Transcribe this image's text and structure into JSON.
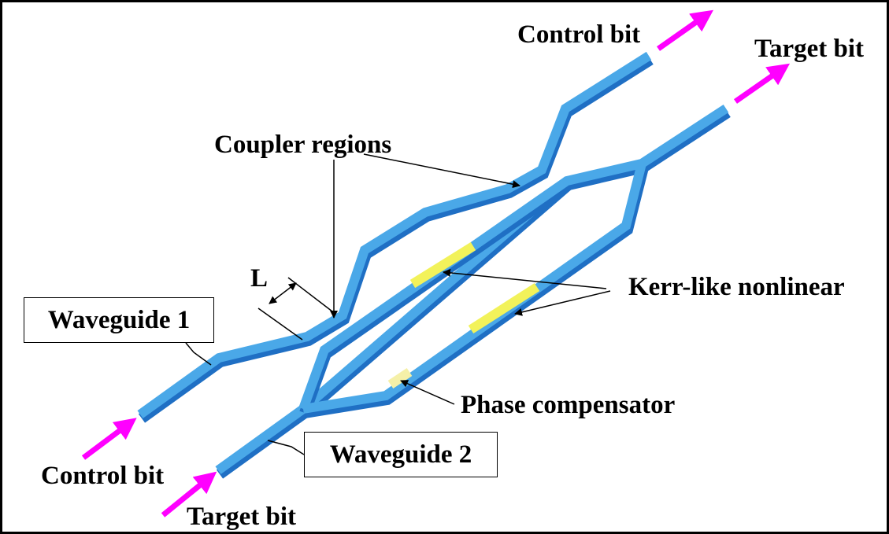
{
  "labels": {
    "control_bit_out": "Control bit",
    "target_bit_out": "Target bit",
    "coupler_regions": "Coupler regions",
    "length_symbol": "L",
    "kerr_nonlinear": "Kerr-like nonlinear",
    "waveguide_1": "Waveguide 1",
    "phase_compensator": "Phase compensator",
    "waveguide_2": "Waveguide 2",
    "control_bit_in": "Control bit",
    "target_bit_in": "Target bit"
  },
  "colors": {
    "waveguide_top": "#4aa8e8",
    "waveguide_side": "#1f6fc4",
    "kerr_section": "#f2f25a",
    "phase_section": "#f5f0a8",
    "signal_arrow": "#ff00ff",
    "frame": "#000000"
  }
}
